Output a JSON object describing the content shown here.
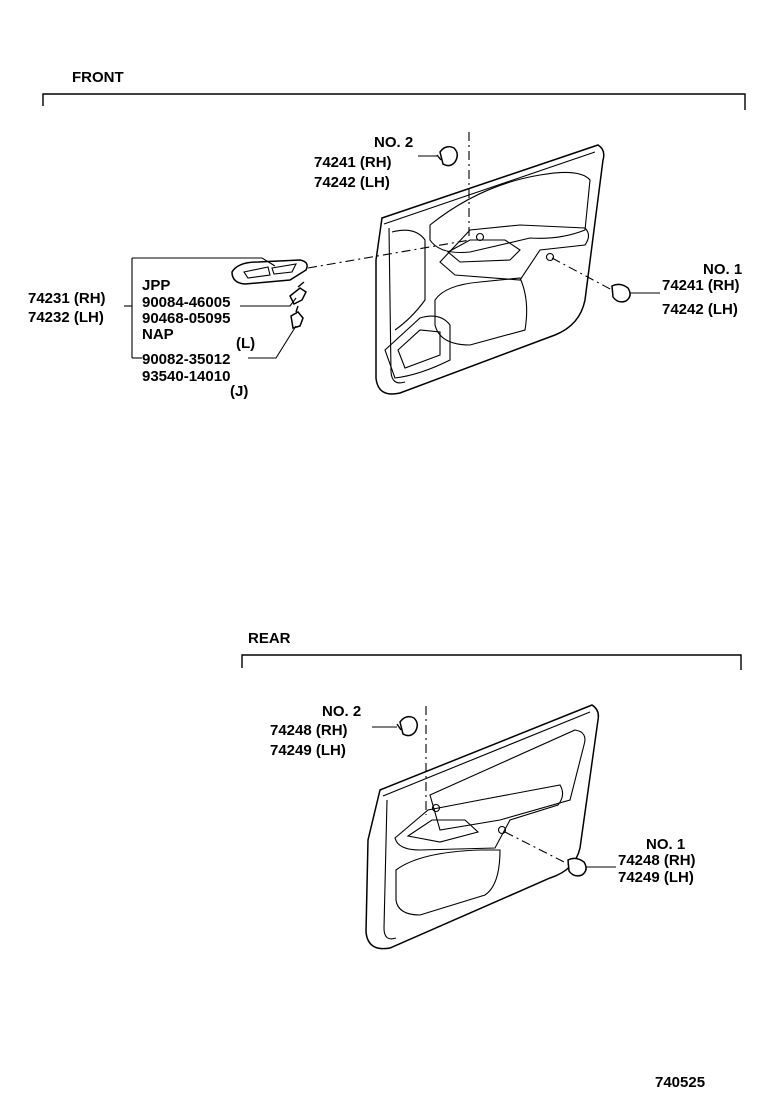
{
  "sections": {
    "front": {
      "title": "FRONT"
    },
    "rear": {
      "title": "REAR"
    }
  },
  "front": {
    "upper_clip": {
      "no": "NO. 2",
      "rh": "74241 (RH)",
      "lh": "74242 (LH)"
    },
    "lower_clip": {
      "no": "NO. 1",
      "rh": "74241 (RH)",
      "lh": "74242 (LH)"
    },
    "switch_base": {
      "rh": "74231 (RH)",
      "lh": "74232 (LH)"
    },
    "screws": {
      "jpp_label": "JPP",
      "jpp_part1": "90084-46005",
      "jpp_part2": "90468-05095",
      "nap_label": "NAP",
      "nap_note": "(L)",
      "nap_part1": "90082-35012",
      "nap_part2": "93540-14010",
      "nap_note2": "(J)"
    }
  },
  "rear": {
    "upper_clip": {
      "no": "NO. 2",
      "rh": "74248 (RH)",
      "lh": "74249 (LH)"
    },
    "lower_clip": {
      "no": "NO. 1",
      "rh": "74248 (RH)",
      "lh": "74249 (LH)"
    }
  },
  "figure_code": "740525"
}
